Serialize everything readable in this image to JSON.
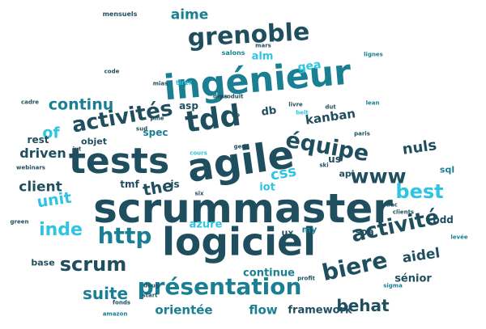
{
  "colors": {
    "dark": "#1f4f5e",
    "mid": "#1a7f93",
    "light": "#2fc4e0",
    "pale": "#7fd3e6"
  },
  "words": [
    {
      "text": "scrummaster",
      "tone": "dark"
    },
    {
      "text": "logiciel",
      "tone": "dark"
    },
    {
      "text": "ingénieur",
      "tone": "mid"
    },
    {
      "text": "tests",
      "tone": "dark"
    },
    {
      "text": "agile",
      "tone": "dark"
    },
    {
      "text": "tdd",
      "tone": "dark"
    },
    {
      "text": "grenoble",
      "tone": "dark"
    },
    {
      "text": "équipe",
      "tone": "dark"
    },
    {
      "text": "activités",
      "tone": "dark"
    },
    {
      "text": "présentation",
      "tone": "mid"
    },
    {
      "text": "biere",
      "tone": "dark"
    },
    {
      "text": "activité",
      "tone": "dark"
    },
    {
      "text": "http",
      "tone": "mid"
    },
    {
      "text": "www",
      "tone": "dark"
    },
    {
      "text": "scrum",
      "tone": "dark"
    },
    {
      "text": "best",
      "tone": "light"
    },
    {
      "text": "inde",
      "tone": "light"
    },
    {
      "text": "unit",
      "tone": "light"
    },
    {
      "text": "continu",
      "tone": "mid"
    },
    {
      "text": "aime",
      "tone": "mid"
    },
    {
      "text": "suite",
      "tone": "mid"
    },
    {
      "text": "behat",
      "tone": "dark"
    },
    {
      "text": "client",
      "tone": "dark"
    },
    {
      "text": "nuls",
      "tone": "dark"
    },
    {
      "text": "aidel",
      "tone": "dark"
    },
    {
      "text": "the",
      "tone": "dark"
    },
    {
      "text": "css",
      "tone": "light"
    },
    {
      "text": "of",
      "tone": "light"
    },
    {
      "text": "driven",
      "tone": "dark"
    },
    {
      "text": "kanban",
      "tone": "dark"
    },
    {
      "text": "flow",
      "tone": "mid"
    },
    {
      "text": "orientée",
      "tone": "mid"
    },
    {
      "text": "framework",
      "tone": "dark"
    },
    {
      "text": "continue",
      "tone": "mid"
    },
    {
      "text": "sénior",
      "tone": "dark"
    },
    {
      "text": "azure",
      "tone": "light"
    },
    {
      "text": "gea",
      "tone": "light"
    },
    {
      "text": "alm",
      "tone": "light"
    },
    {
      "text": "db",
      "tone": "dark"
    },
    {
      "text": "spec",
      "tone": "mid"
    },
    {
      "text": "iot",
      "tone": "light"
    },
    {
      "text": "bdd",
      "tone": "dark"
    },
    {
      "text": "soa",
      "tone": "dark"
    },
    {
      "text": "rest",
      "tone": "dark"
    },
    {
      "text": "objet",
      "tone": "dark"
    },
    {
      "text": "base",
      "tone": "dark"
    },
    {
      "text": "asp",
      "tone": "dark"
    },
    {
      "text": "ux",
      "tone": "dark"
    },
    {
      "text": "my",
      "tone": "mid"
    },
    {
      "text": "us",
      "tone": "dark"
    },
    {
      "text": "sql",
      "tone": "mid"
    },
    {
      "text": "tmf",
      "tone": "dark"
    },
    {
      "text": "js",
      "tone": "dark"
    },
    {
      "text": "api",
      "tone": "dark"
    },
    {
      "text": "mensuels",
      "tone": "dark"
    },
    {
      "text": "salons",
      "tone": "mid"
    },
    {
      "text": "code",
      "tone": "dark"
    },
    {
      "text": "mars",
      "tone": "dark"
    },
    {
      "text": "lignes",
      "tone": "mid"
    },
    {
      "text": "mias",
      "tone": "dark"
    },
    {
      "text": "tirer",
      "tone": "light"
    },
    {
      "text": "dess",
      "tone": "dark"
    },
    {
      "text": "produit",
      "tone": "dark"
    },
    {
      "text": "livre",
      "tone": "dark"
    },
    {
      "text": "lean",
      "tone": "mid"
    },
    {
      "text": "dut",
      "tone": "dark"
    },
    {
      "text": "belt",
      "tone": "light"
    },
    {
      "text": "cadre",
      "tone": "dark"
    },
    {
      "text": "pme",
      "tone": "dark"
    },
    {
      "text": "up",
      "tone": "dark"
    },
    {
      "text": "sud",
      "tone": "dark"
    },
    {
      "text": "paris",
      "tone": "dark"
    },
    {
      "text": "iut",
      "tone": "dark"
    },
    {
      "text": "ged",
      "tone": "dark"
    },
    {
      "text": "cours",
      "tone": "light"
    },
    {
      "text": "webinars",
      "tone": "dark"
    },
    {
      "text": "ski",
      "tone": "dark"
    },
    {
      "text": "six",
      "tone": "dark"
    },
    {
      "text": "bac",
      "tone": "dark"
    },
    {
      "text": "clients",
      "tone": "dark"
    },
    {
      "text": "green",
      "tone": "dark"
    },
    {
      "text": "levée",
      "tone": "mid"
    },
    {
      "text": "deug",
      "tone": "dark"
    },
    {
      "text": "start",
      "tone": "dark"
    },
    {
      "text": "profit",
      "tone": "dark"
    },
    {
      "text": "sigma",
      "tone": "mid"
    },
    {
      "text": "fonds",
      "tone": "dark"
    },
    {
      "text": "amazon",
      "tone": "mid"
    }
  ]
}
